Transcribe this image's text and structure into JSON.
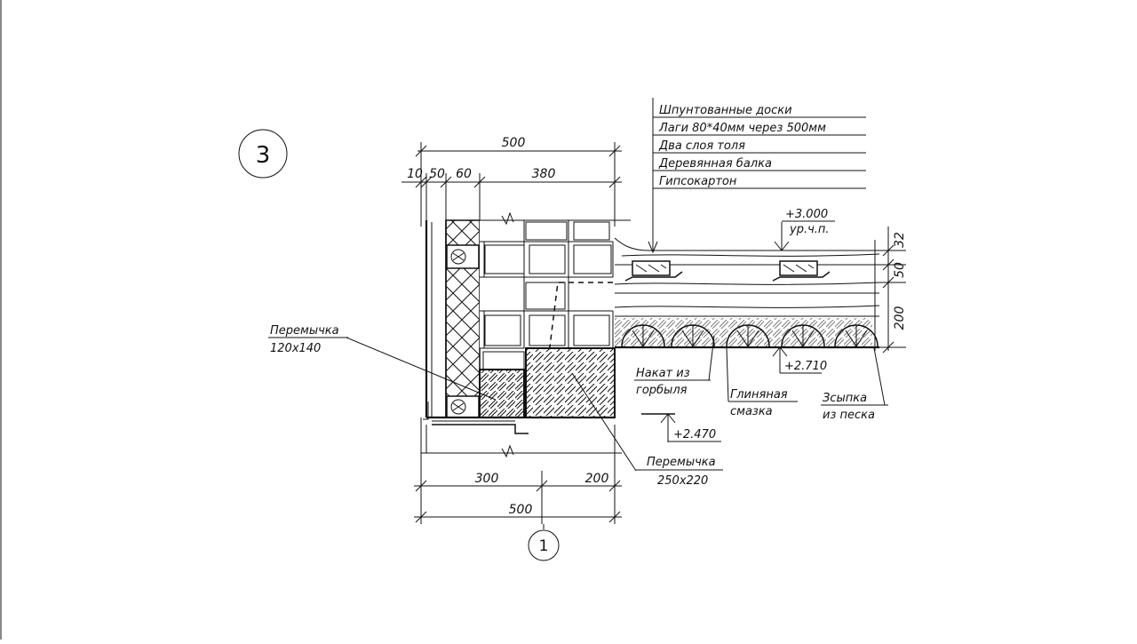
{
  "drawing": {
    "detail_marker": "3",
    "axis_marker": "1",
    "layers": [
      "Шпунтованные доски",
      "Лаги 80*40мм через 500мм",
      "Два слоя толя",
      "Деревянная балка",
      "Гипсокартон"
    ],
    "dimensions": {
      "top_total": "500",
      "top_10": "10",
      "top_50": "50",
      "top_60": "60",
      "top_380": "380",
      "bottom_300": "300",
      "bottom_200": "200",
      "bottom_total": "500",
      "right_32": "32",
      "right_50": "50",
      "right_200": "200"
    },
    "levels": {
      "floor_level_value": "+3.000",
      "floor_level_label": "ур.ч.п.",
      "level_2710": "+2.710",
      "level_2470": "+2.470"
    },
    "labels": {
      "lintel_small_name": "Перемычка",
      "lintel_small_size": "120x140",
      "lintel_large_name": "Перемычка",
      "lintel_large_size": "250x220",
      "slab_line1": "Накат из",
      "slab_line2": "горбыля",
      "clay_line1": "Глиняная",
      "clay_line2": "смазка",
      "sand_line1": "Зсыпка",
      "sand_line2": "из песка"
    }
  }
}
